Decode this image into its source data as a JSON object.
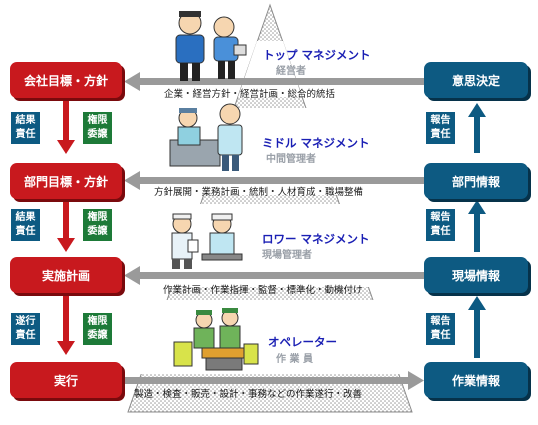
{
  "left_boxes": [
    "会社目標・方針",
    "部門目標・方針",
    "実施計画",
    "実行"
  ],
  "right_boxes": [
    "意思決定",
    "部門情報",
    "現場情報",
    "作業情報"
  ],
  "left_tags": [
    {
      "top": "結果",
      "bottom": "責任",
      "style": "blue"
    },
    {
      "top": "権限",
      "bottom": "委譲",
      "style": "green"
    },
    {
      "top": "結果",
      "bottom": "責任",
      "style": "blue"
    },
    {
      "top": "権限",
      "bottom": "委譲",
      "style": "green"
    },
    {
      "top": "遂行",
      "bottom": "責任",
      "style": "blue"
    },
    {
      "top": "権限",
      "bottom": "委譲",
      "style": "green"
    }
  ],
  "right_tags": [
    {
      "top": "報告",
      "bottom": "責任"
    },
    {
      "top": "報告",
      "bottom": "責任"
    },
    {
      "top": "報告",
      "bottom": "責任"
    }
  ],
  "tiers": [
    {
      "title": "トップ マネジメント",
      "sub": "経営者",
      "task": "企業・経営方針・経営計画・総合的統括"
    },
    {
      "title": "ミドル マネジメント",
      "sub": "中間管理者",
      "task": "方針展開・業務計画・統制・人材育成・職場整備"
    },
    {
      "title": "ロワー マネジメント",
      "sub": "現場管理者",
      "task": "作業計画・作業指揮・監督・標準化・動機付け"
    },
    {
      "title": "オペレーター",
      "sub": "作 業 員",
      "task": "製造・検査・販売・設計・事務などの作業遂行・改善"
    }
  ],
  "colors": {
    "red": "#c8191e",
    "blue": "#0d5a82",
    "green": "#1d7a38",
    "arrow": "#9a9a9a",
    "title": "#1a1fb4"
  }
}
